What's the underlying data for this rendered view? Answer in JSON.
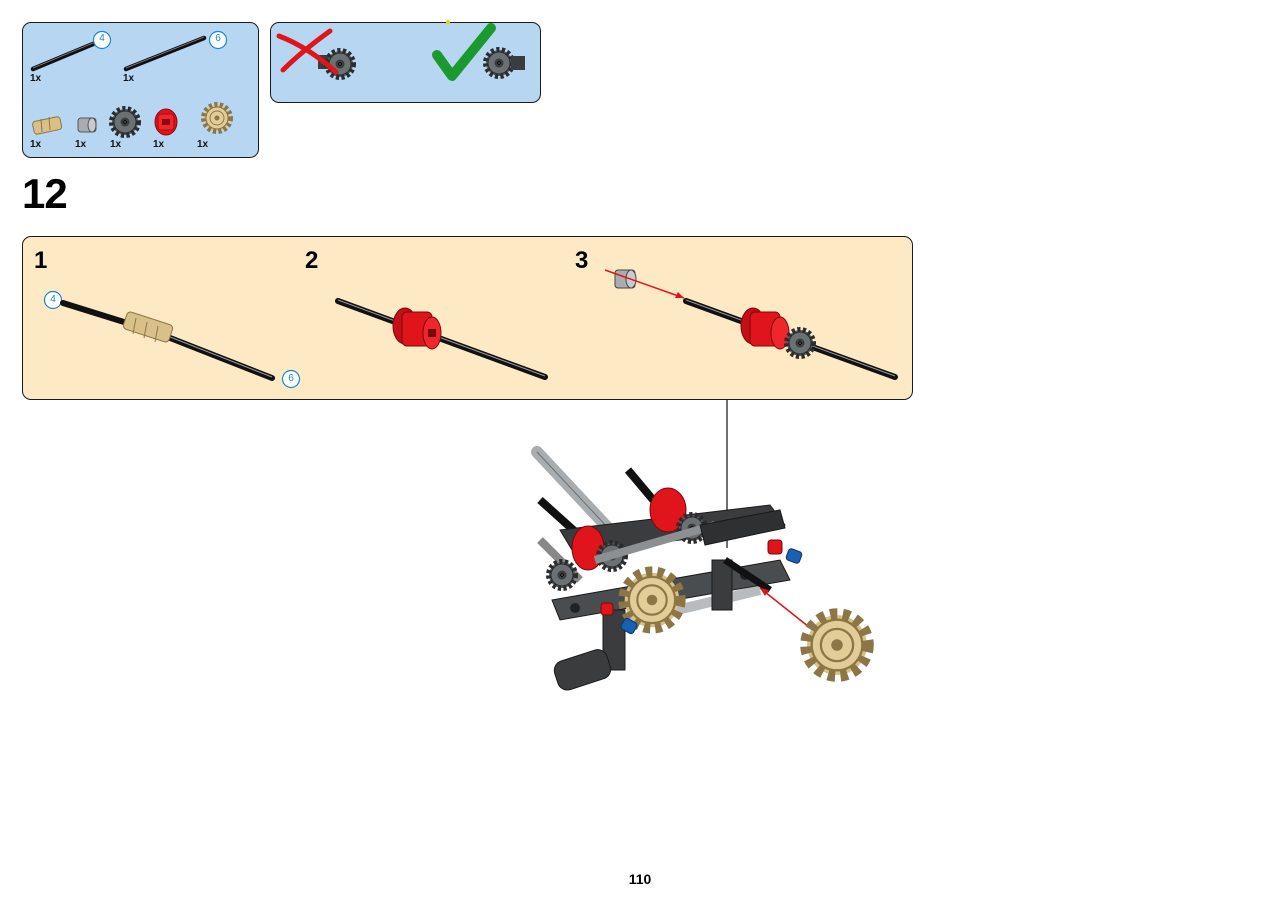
{
  "parts_list": {
    "items": [
      {
        "name": "axle-length-4",
        "length_label": "4",
        "qty": "1x"
      },
      {
        "name": "axle-length-6",
        "length_label": "6",
        "qty": "1x"
      },
      {
        "name": "tan-axle-connector",
        "qty": "1x"
      },
      {
        "name": "grey-bush",
        "qty": "1x"
      },
      {
        "name": "dark-grey-gear",
        "qty": "1x"
      },
      {
        "name": "red-driving-ring",
        "qty": "1x"
      },
      {
        "name": "tan-gear",
        "qty": "1x"
      }
    ]
  },
  "step": {
    "number": "12",
    "substeps": [
      {
        "number": "1",
        "axle_a_label": "4",
        "axle_b_label": "6"
      },
      {
        "number": "2"
      },
      {
        "number": "3"
      }
    ]
  },
  "page_number": "110",
  "colors": {
    "panel_blue": "#b6d6f2",
    "panel_tan": "#fde9c4",
    "lego_red": "#e0141b",
    "lego_tan": "#d9c089",
    "lego_dark_grey": "#5a5e60",
    "check_green": "#1a9a2e",
    "arrow_red": "#e0141b",
    "callout_blue": "#1a86d0"
  }
}
